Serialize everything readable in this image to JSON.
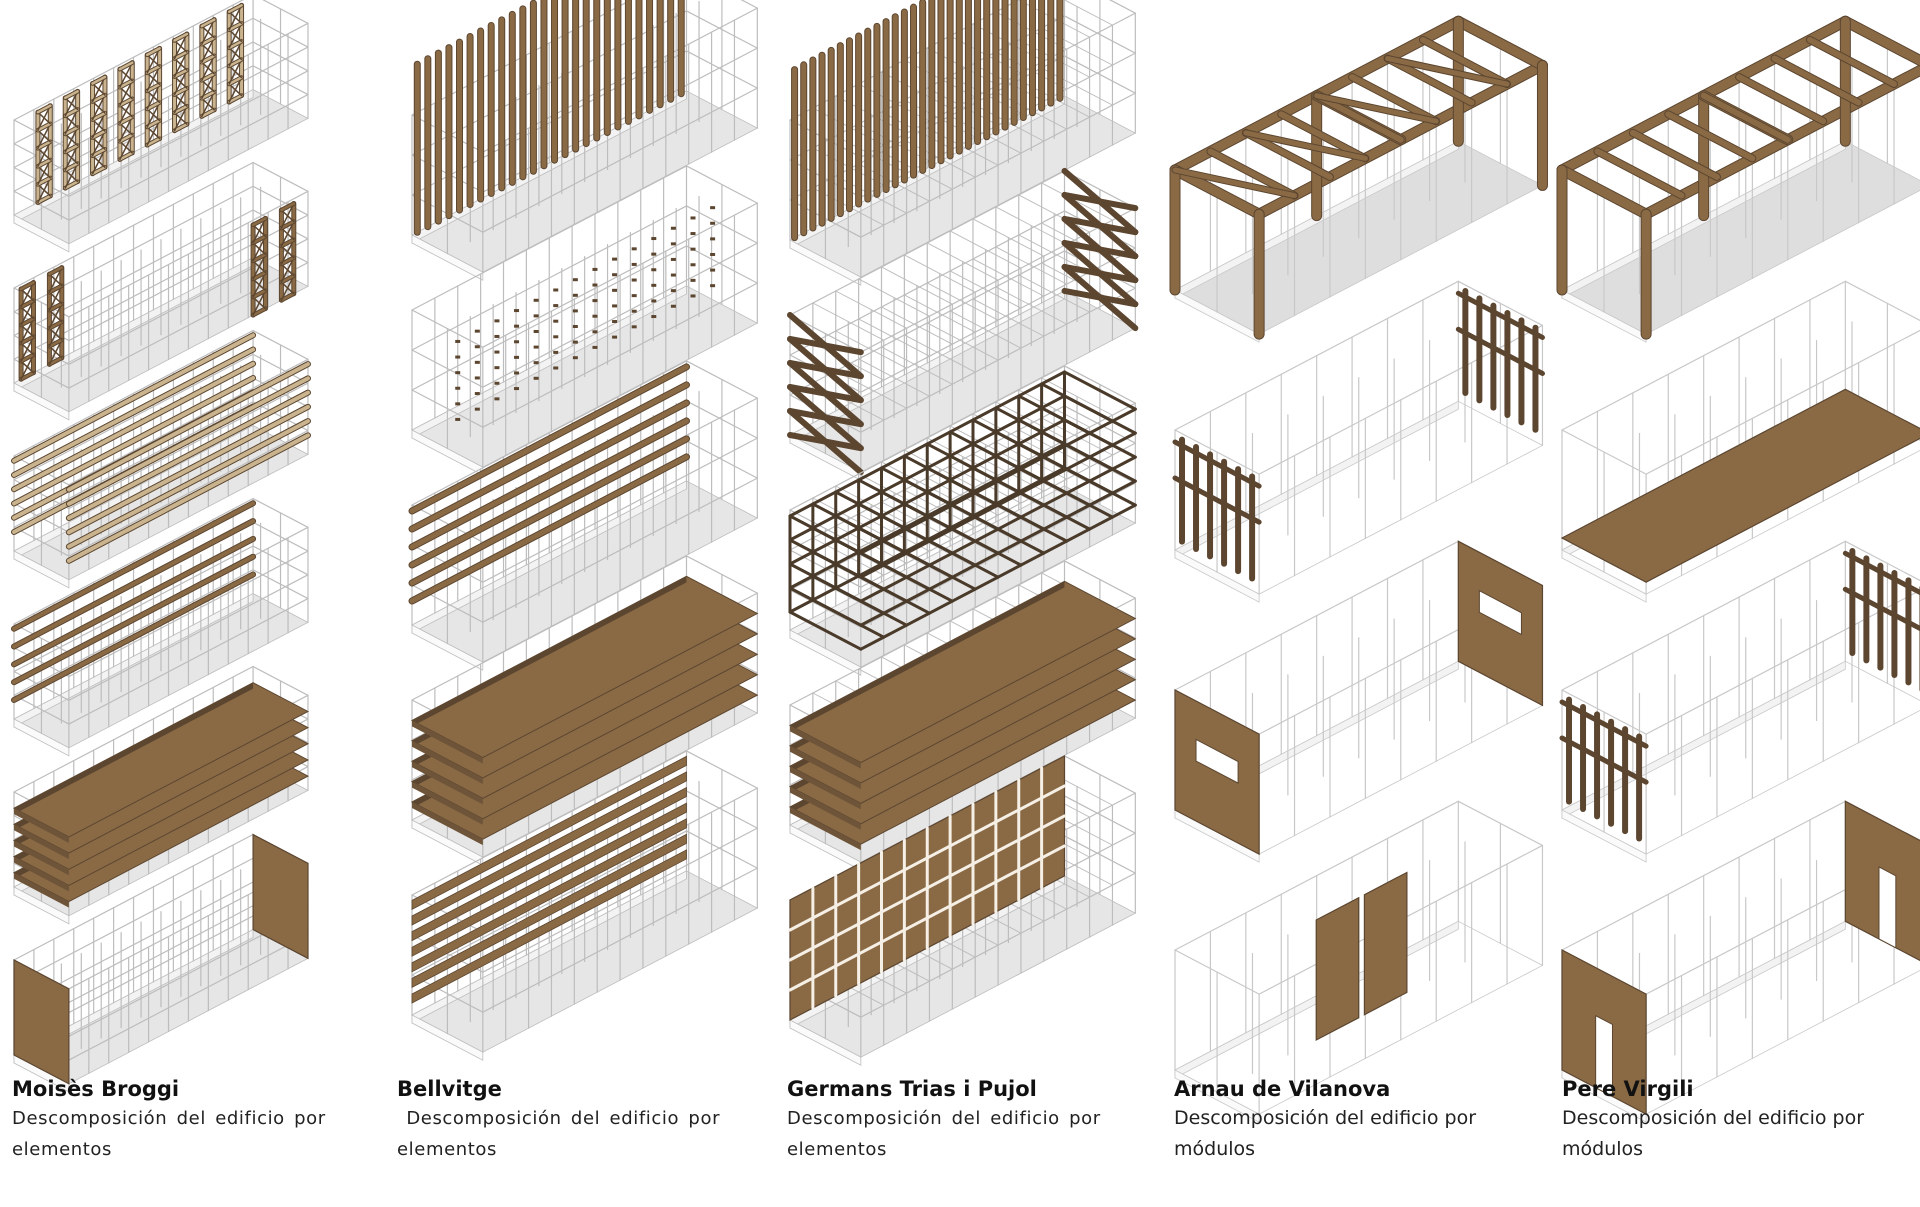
{
  "colors": {
    "wood": "#8a6a45",
    "wood_dark": "#5c4630",
    "wood_light": "#c9b48f",
    "frame": "#b9b9b9",
    "floor": "#e6e6e6",
    "white": "#ffffff"
  },
  "columns": [
    {
      "name": "Moisès Broggi",
      "desc_line1": "Descomposición del edificio por",
      "desc_line2": "elementos",
      "layers": [
        "frames",
        "stair-towers",
        "light-beams",
        "beams",
        "slabs",
        "end-panels"
      ]
    },
    {
      "name": "Bellvitge",
      "desc_line1": " Descomposición del edificio por",
      "desc_line2": "elementos",
      "layers": [
        "columns",
        "joints",
        "long-beams",
        "slabs",
        "facade-strips"
      ]
    },
    {
      "name": "Germans Trias i Pujol",
      "desc_line1": "Descomposición del edificio por",
      "desc_line2": "elementos",
      "layers": [
        "columns",
        "bracing",
        "grid",
        "slabs",
        "facade-grid"
      ]
    },
    {
      "name": "Arnau de Vilanova",
      "desc_line1": "Descomposición del edificio por",
      "desc_line2": "módulos",
      "layers": [
        "truss-frame",
        "end-lattices",
        "window-panels",
        "door-panels"
      ]
    },
    {
      "name": "Pere Virgili",
      "desc_line1": "Descomposición del edificio por",
      "desc_line2": "módulos",
      "layers": [
        "frame",
        "floor-panel",
        "end-lattices",
        "door-panels"
      ]
    }
  ]
}
